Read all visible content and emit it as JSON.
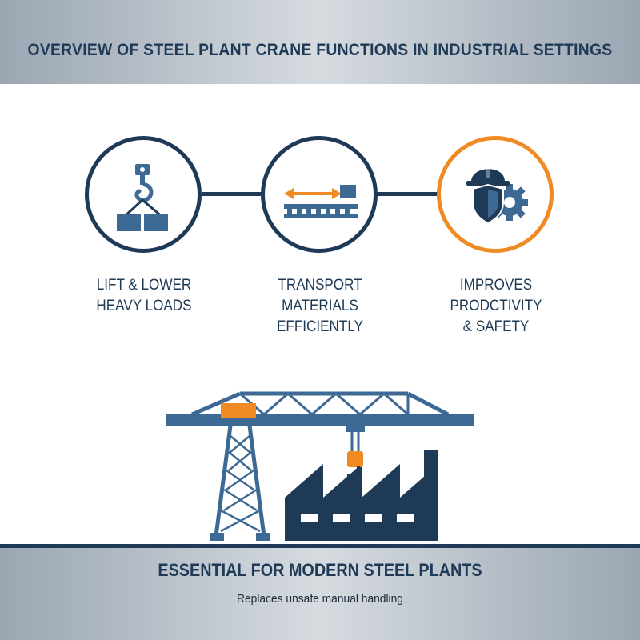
{
  "header": {
    "title": "OVERVIEW OF STEEL PLANT CRANE FUNCTIONS IN INDUSTRIAL SETTINGS"
  },
  "functions": [
    {
      "icon": "crane-hook-load-icon",
      "line1": "LIFT & LOWER",
      "line2": "HEAVY LOADS",
      "line3": "",
      "ring_color": "#1e3a56"
    },
    {
      "icon": "conveyor-transport-icon",
      "line1": "TRANSPORT",
      "line2": "MATERIALS",
      "line3": "EFFICIENTLY",
      "ring_color": "#1e3a56"
    },
    {
      "icon": "safety-helmet-shield-gear-icon",
      "line1": "IMPROVES",
      "line2": "PRODCTIVITY",
      "line3": "& SAFETY",
      "ring_color": "#f08a24"
    }
  ],
  "footer": {
    "heading": "ESSENTIAL FOR MODERN STEEL PLANTS",
    "subtitle": "Replaces unsafe manual handling"
  },
  "colors": {
    "navy": "#1e3a56",
    "steel_blue": "#3d6a94",
    "orange": "#f08a24",
    "band_light": "#d6dbe0",
    "band_dark": "#9aa6b2"
  }
}
